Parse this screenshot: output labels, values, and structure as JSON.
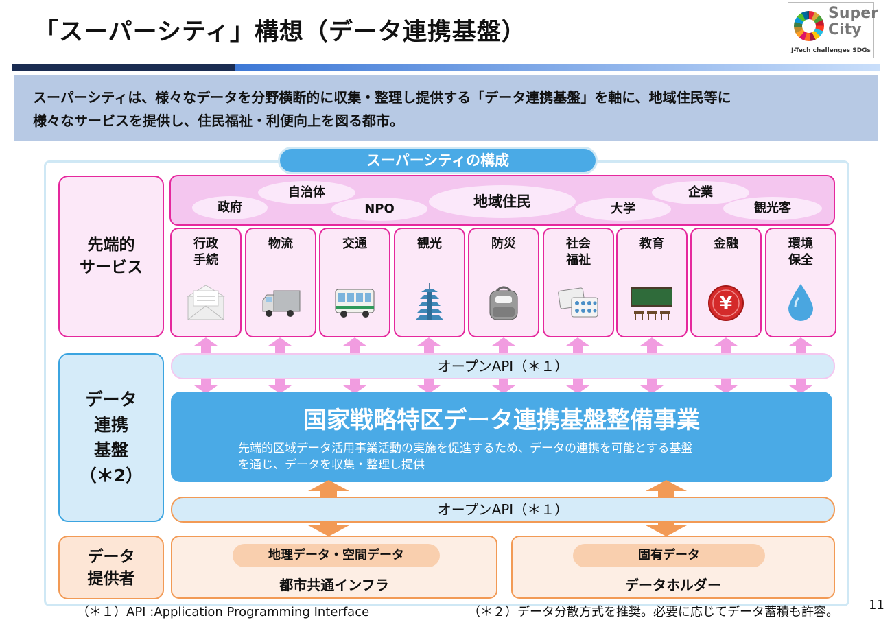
{
  "title": "「スーパーシティ」構想（データ連携基盤）",
  "logo": {
    "line1": "Super",
    "line2": "City",
    "tagline": "J-Tech challenges SDGs"
  },
  "intro": {
    "line1": "スーパーシティは、様々なデータを分野横断的に収集・整理し提供する「データ連携基盤」を軸に、地域住民等に",
    "line2": "様々なサービスを提供し、住民福祉・利便向上を図る都市。"
  },
  "composition_label": "スーパーシティの構成",
  "left_labels": {
    "services": [
      "先端的",
      "サービス"
    ],
    "platform": [
      "データ",
      "連携",
      "基盤",
      "（＊2）"
    ],
    "providers": [
      "データ",
      "提供者"
    ]
  },
  "actors": [
    "政府",
    "自治体",
    "NPO",
    "地域住民",
    "大学",
    "企業",
    "観光客"
  ],
  "services": [
    {
      "label": [
        "行政",
        "手続"
      ],
      "icon": "envelope-icon"
    },
    {
      "label": [
        "物流"
      ],
      "icon": "truck-icon"
    },
    {
      "label": [
        "交通"
      ],
      "icon": "bus-icon"
    },
    {
      "label": [
        "観光"
      ],
      "icon": "pagoda-icon"
    },
    {
      "label": [
        "防災"
      ],
      "icon": "emergency-backpack-icon"
    },
    {
      "label": [
        "社会",
        "福祉"
      ],
      "icon": "medicine-pills-icon"
    },
    {
      "label": [
        "教育"
      ],
      "icon": "blackboard-icon"
    },
    {
      "label": [
        "金融"
      ],
      "icon": "yen-coin-icon"
    },
    {
      "label": [
        "環境",
        "保全"
      ],
      "icon": "water-drop-icon"
    }
  ],
  "open_api": "オープンAPI（＊１）",
  "core": {
    "heading": "国家戦略特区データ連携基盤整備事業",
    "desc1": "先端的区域データ活用事業活動の実施を促進するため、データの連携を可能とする基盤",
    "desc2": "を通じ、データを収集・整理し提供"
  },
  "providers": [
    {
      "pill": "地理データ・空間データ",
      "name": "都市共通インフラ"
    },
    {
      "pill": "固有データ",
      "name": "データホルダー"
    }
  ],
  "footnotes": {
    "note1": "（＊１）API :Application Programming Interface",
    "note2": "（＊２）データ分散方式を推奨。必要に応じてデータ蓄積も許容。"
  },
  "page_number": "11",
  "colors": {
    "navy": "#1a2c52",
    "blue": "#4aaae6",
    "pink": "#e5289d",
    "orange": "#f29a55",
    "intro_bg": "#b7c9e4"
  }
}
